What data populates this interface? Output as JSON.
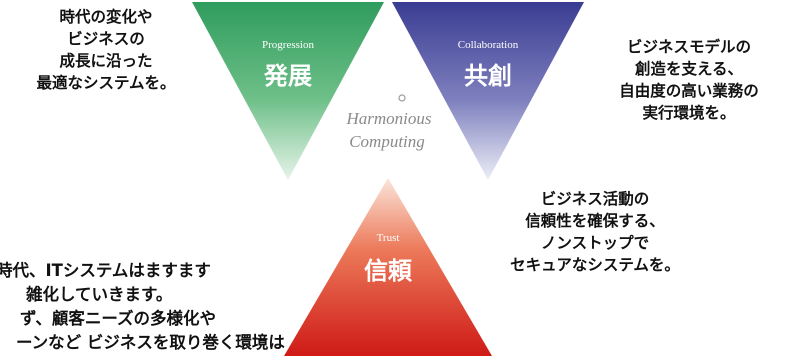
{
  "notes": {
    "progression": [
      "時代の変化や",
      "ビジネスの",
      "成長に沿った",
      "最適なシステムを。"
    ],
    "collaboration": [
      "ビジネスモデルの",
      "創造を支える、",
      "自由度の高い業務の",
      "実行環境を。"
    ],
    "trust": [
      "ビジネス活動の",
      "信頼性を確保する、",
      "ノンストップで",
      "セキュアなシステムを。"
    ]
  },
  "triangles": {
    "progression": {
      "label": "Progression",
      "kanji": "発展",
      "color": "#1f8a4f"
    },
    "collaboration": {
      "label": "Collaboration",
      "kanji": "共創",
      "color": "#3a3c92"
    },
    "trust": {
      "label": "Trust",
      "kanji": "信頼",
      "color": "#d11f1a"
    }
  },
  "center": {
    "line1": "Harmonious",
    "line2": "Computing",
    "color": "#8a8a8a"
  },
  "paragraph": [
    "時代、ITシステムはますます",
    "雑化していきます。",
    "ず、顧客ニーズの多様化や",
    "ーンなど ビジネスを取り巻く環境は"
  ]
}
